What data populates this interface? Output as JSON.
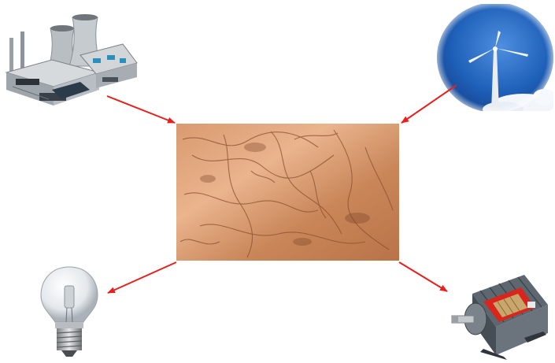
{
  "colors": {
    "background": "#ffffff",
    "arrow": "#e8201c",
    "copper_light": "#e8b28a",
    "copper_mid": "#c98659",
    "copper_dark": "#8a4f2e",
    "sky_blue": "#1e5fb8",
    "motor_red": "#d9261c"
  },
  "nodes": [
    {
      "id": "power-plant",
      "icon": "power-plant-icon"
    },
    {
      "id": "wind-turbine",
      "icon": "wind-turbine-icon"
    },
    {
      "id": "copper",
      "icon": "copper-plate-image"
    },
    {
      "id": "bulb",
      "icon": "light-bulb-icon"
    },
    {
      "id": "motor",
      "icon": "electric-motor-icon"
    }
  ],
  "edges": [
    {
      "from": "power-plant",
      "to": "copper"
    },
    {
      "from": "wind-turbine",
      "to": "copper"
    },
    {
      "from": "copper",
      "to": "bulb"
    },
    {
      "from": "copper",
      "to": "motor"
    }
  ]
}
